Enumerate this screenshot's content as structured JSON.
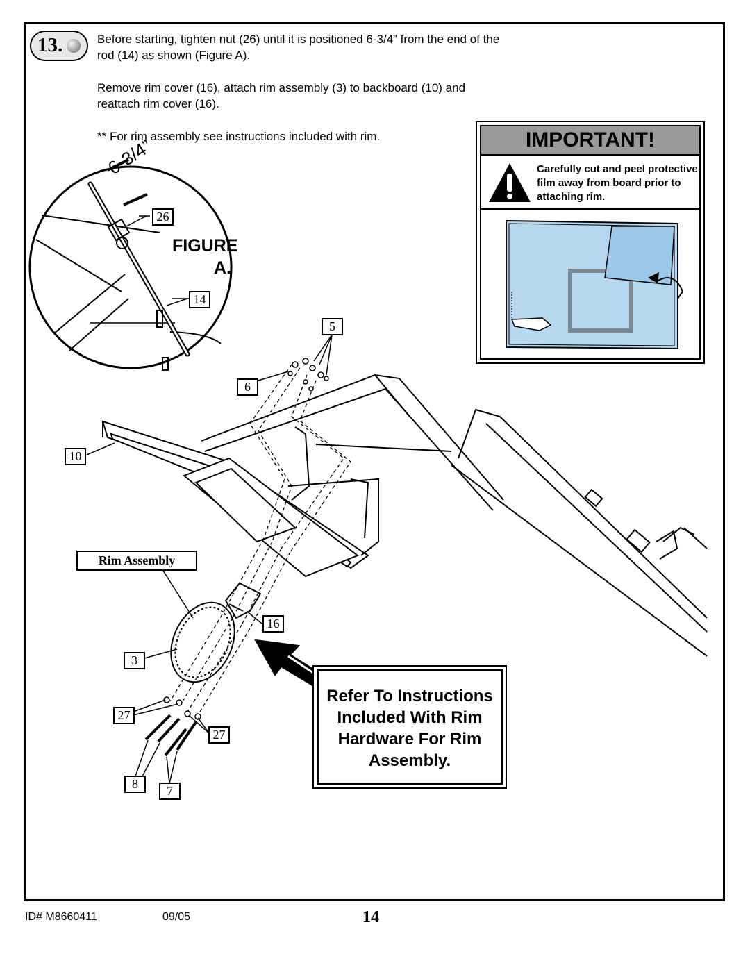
{
  "step": {
    "number": "13.",
    "paragraphs": [
      "Before starting, tighten nut (26) until it is positioned 6-3/4” from the end of the rod (14) as shown (Figure A).",
      "Remove rim cover (16), attach rim assembly (3) to backboard (10) and reattach rim cover (16).",
      "** For rim assembly see instructions included with rim."
    ]
  },
  "figure_a": {
    "label_line1": "FIGURE",
    "label_line2": "A.",
    "measurement": "6-3/4”",
    "callouts": {
      "nut": "26",
      "rod": "14"
    }
  },
  "callouts": {
    "bolts": "5",
    "washers": "6",
    "backboard": "10",
    "rim_cover": "16",
    "rim": "3",
    "nuts_left": "27",
    "nuts_right": "27",
    "bolts_left": "8",
    "bolts_right": "7"
  },
  "rim_assembly_label": "Rim Assembly",
  "important": {
    "title": "IMPORTANT!",
    "text": "Carefully cut and peel protective film away from board prior to attaching rim."
  },
  "refer_box": {
    "lines": [
      "Refer To Instructions",
      "Included With Rim",
      "Hardware For Rim",
      "Assembly."
    ]
  },
  "footer": {
    "id": "ID# M8660411",
    "date": "09/05",
    "page": "14"
  },
  "colors": {
    "film": "#b8d8f0",
    "panel_header": "#9a9a9a"
  }
}
